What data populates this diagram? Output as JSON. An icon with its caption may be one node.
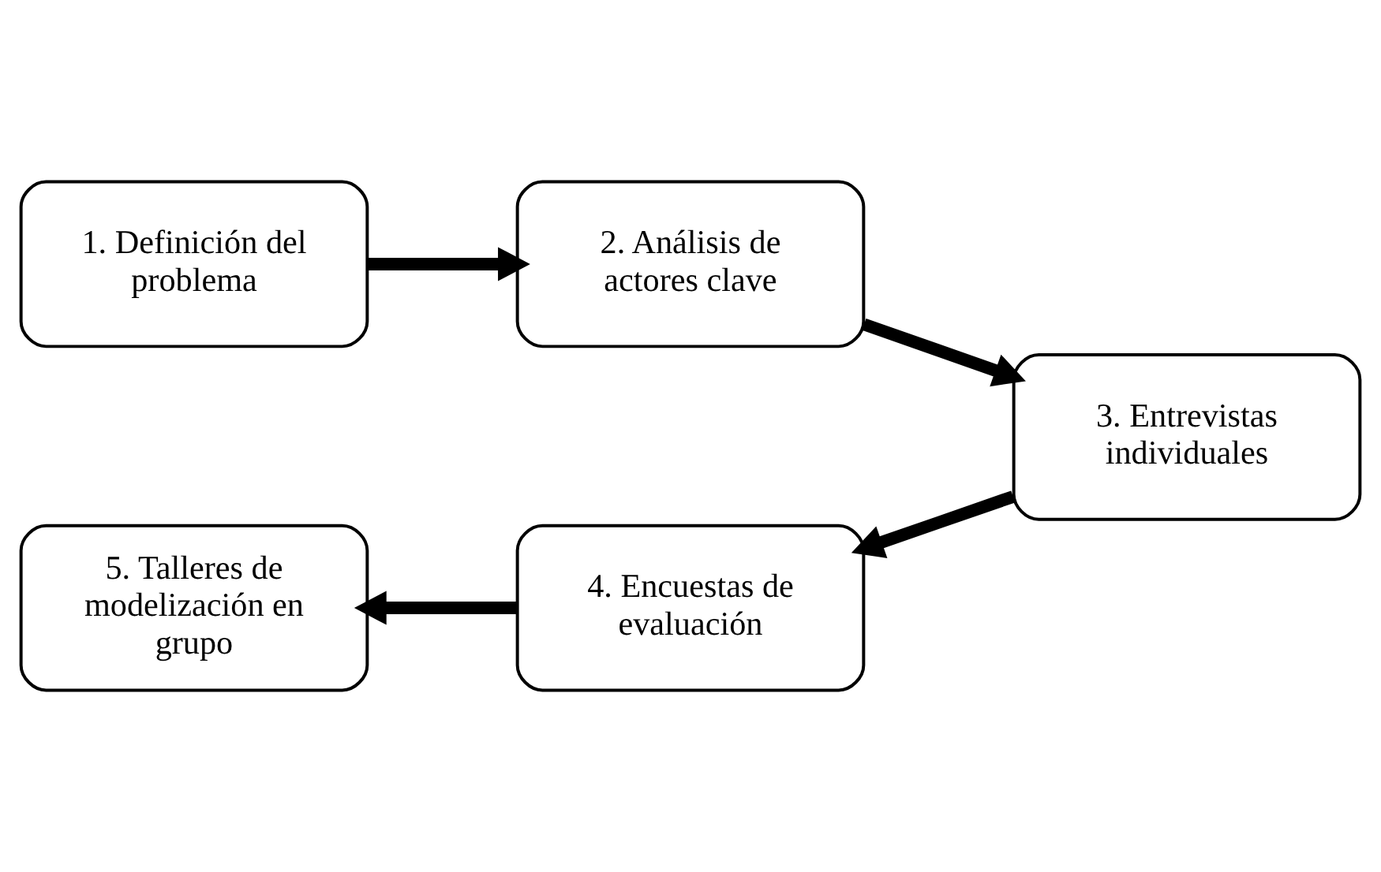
{
  "diagram": {
    "nodes": [
      {
        "text": [
          "1. Definición del problema"
        ]
      },
      {
        "text": [
          "2. Análisis de actores clave"
        ]
      },
      {
        "text": [
          "3. Entrevistas individuales"
        ]
      },
      {
        "text": [
          "4. Encuestas de evaluación"
        ]
      },
      {
        "text": [
          "5. Talleres de modelización en grupo"
        ]
      }
    ],
    "edges": [
      {
        "from": 0,
        "to": 1,
        "arrow": "to"
      },
      {
        "from": 1,
        "to": 2,
        "arrow": "to"
      },
      {
        "from": 2,
        "to": 3,
        "arrow": "to"
      },
      {
        "from": 3,
        "to": 4,
        "arrow": "to"
      }
    ]
  }
}
